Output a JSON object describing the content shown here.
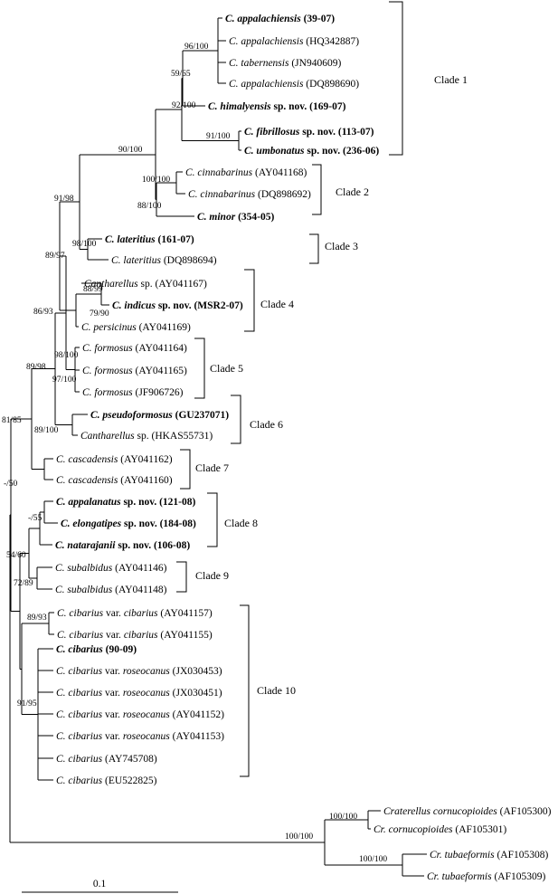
{
  "taxa": [
    {
      "segs": [
        {
          "t": "C. appalachiensis",
          "i": true,
          "b": true
        },
        {
          "t": " (39-07)",
          "b": true
        }
      ]
    },
    {
      "segs": [
        {
          "t": "C. appalachiensis",
          "i": true
        },
        {
          "t": " (HQ342887)"
        }
      ]
    },
    {
      "segs": [
        {
          "t": "C. tabernensis",
          "i": true
        },
        {
          "t": " (JN940609)"
        }
      ]
    },
    {
      "segs": [
        {
          "t": "C. appalachiensis",
          "i": true
        },
        {
          "t": " (DQ898690)"
        }
      ]
    },
    {
      "segs": [
        {
          "t": "C. himalyensis",
          "i": true,
          "b": true
        },
        {
          "t": " sp. nov. (169-07)",
          "b": true
        }
      ]
    },
    {
      "segs": [
        {
          "t": "C. fibrillosus",
          "i": true,
          "b": true
        },
        {
          "t": " sp. nov. (113-07)",
          "b": true
        }
      ]
    },
    {
      "segs": [
        {
          "t": "C. umbonatus",
          "i": true,
          "b": true
        },
        {
          "t": " sp. nov. (236-06)",
          "b": true
        }
      ]
    },
    {
      "segs": [
        {
          "t": "C. cinnabarinus",
          "i": true
        },
        {
          "t": " (AY041168)"
        }
      ]
    },
    {
      "segs": [
        {
          "t": "C. cinnabarinus",
          "i": true
        },
        {
          "t": " (DQ898692)"
        }
      ]
    },
    {
      "segs": [
        {
          "t": "C. minor",
          "i": true,
          "b": true
        },
        {
          "t": " (354-05)",
          "b": true
        }
      ]
    },
    {
      "segs": [
        {
          "t": "C. lateritius",
          "i": true,
          "b": true
        },
        {
          "t": " (161-07)",
          "b": true
        }
      ]
    },
    {
      "segs": [
        {
          "t": "C. lateritius",
          "i": true
        },
        {
          "t": " (DQ898694)"
        }
      ]
    },
    {
      "segs": [
        {
          "t": "Cantharellus",
          "i": true
        },
        {
          "t": " sp. (AY041167)"
        }
      ]
    },
    {
      "segs": [
        {
          "t": "C. indicus",
          "i": true,
          "b": true
        },
        {
          "t": " sp. nov. (MSR2-07)",
          "b": true
        }
      ]
    },
    {
      "segs": [
        {
          "t": "C. persicinus",
          "i": true
        },
        {
          "t": " (AY041169)"
        }
      ]
    },
    {
      "segs": [
        {
          "t": "C. formosus",
          "i": true
        },
        {
          "t": " (AY041164)"
        }
      ]
    },
    {
      "segs": [
        {
          "t": "C. formosus",
          "i": true
        },
        {
          "t": " (AY041165)"
        }
      ]
    },
    {
      "segs": [
        {
          "t": "C. formosus",
          "i": true
        },
        {
          "t": " (JF906726)"
        }
      ]
    },
    {
      "segs": [
        {
          "t": "C. pseudoformosus",
          "i": true,
          "b": true
        },
        {
          "t": " (GU237071)",
          "b": true
        }
      ]
    },
    {
      "segs": [
        {
          "t": "Cantharellus",
          "i": true
        },
        {
          "t": " sp. (HKAS55731)"
        }
      ]
    },
    {
      "segs": [
        {
          "t": "C. cascadensis",
          "i": true
        },
        {
          "t": " (AY041162)"
        }
      ]
    },
    {
      "segs": [
        {
          "t": "C. cascadensis",
          "i": true
        },
        {
          "t": " (AY041160)"
        }
      ]
    },
    {
      "segs": [
        {
          "t": "C. appalanatus",
          "i": true,
          "b": true
        },
        {
          "t": " sp. nov. (121-08)",
          "b": true
        }
      ]
    },
    {
      "segs": [
        {
          "t": "C. elongatipes",
          "i": true,
          "b": true
        },
        {
          "t": " sp. nov. (184-08)",
          "b": true
        }
      ]
    },
    {
      "segs": [
        {
          "t": "C. natarajanii",
          "i": true,
          "b": true
        },
        {
          "t": " sp. nov. (106-08)",
          "b": true
        }
      ]
    },
    {
      "segs": [
        {
          "t": "C. subalbidus",
          "i": true
        },
        {
          "t": " (AY041146)"
        }
      ]
    },
    {
      "segs": [
        {
          "t": "C. subalbidus",
          "i": true
        },
        {
          "t": " (AY041148)"
        }
      ]
    },
    {
      "segs": [
        {
          "t": "C. cibarius",
          "i": true
        },
        {
          "t": " var. "
        },
        {
          "t": "cibarius",
          "i": true
        },
        {
          "t": " (AY041157)"
        }
      ]
    },
    {
      "segs": [
        {
          "t": "C. cibarius",
          "i": true
        },
        {
          "t": " var. "
        },
        {
          "t": "cibarius",
          "i": true
        },
        {
          "t": " (AY041155)"
        }
      ]
    },
    {
      "segs": [
        {
          "t": "C. cibarius",
          "i": true,
          "b": true
        },
        {
          "t": " (90-09)",
          "b": true
        }
      ]
    },
    {
      "segs": [
        {
          "t": "C. cibarius",
          "i": true
        },
        {
          "t": " var. "
        },
        {
          "t": "roseocanus",
          "i": true
        },
        {
          "t": " (JX030453)"
        }
      ]
    },
    {
      "segs": [
        {
          "t": "C. cibarius",
          "i": true
        },
        {
          "t": " var. "
        },
        {
          "t": "roseocanus",
          "i": true
        },
        {
          "t": " (JX030451)"
        }
      ]
    },
    {
      "segs": [
        {
          "t": "C. cibarius",
          "i": true
        },
        {
          "t": " var. "
        },
        {
          "t": "roseocanus",
          "i": true
        },
        {
          "t": " (AY041152)"
        }
      ]
    },
    {
      "segs": [
        {
          "t": "C. cibarius",
          "i": true
        },
        {
          "t": " var. "
        },
        {
          "t": "roseocanus",
          "i": true
        },
        {
          "t": " (AY041153)"
        }
      ]
    },
    {
      "segs": [
        {
          "t": "C. cibarius",
          "i": true
        },
        {
          "t": " (AY745708)"
        }
      ]
    },
    {
      "segs": [
        {
          "t": "C. cibarius",
          "i": true
        },
        {
          "t": " (EU522825)"
        }
      ]
    },
    {
      "segs": [
        {
          "t": "Craterellus cornucopioides",
          "i": true
        },
        {
          "t": " (AF105300)"
        }
      ]
    },
    {
      "segs": [
        {
          "t": "Cr. cornucopioides",
          "i": true
        },
        {
          "t": " (AF105301)"
        }
      ]
    },
    {
      "segs": [
        {
          "t": "Cr. tubaeformis",
          "i": true
        },
        {
          "t": " (AF105308)"
        }
      ]
    },
    {
      "segs": [
        {
          "t": "Cr. tubaeformis",
          "i": true
        },
        {
          "t": " (AF105309)"
        }
      ]
    }
  ],
  "support_values": [
    "96/100",
    "59/65",
    "92/100",
    "91/100",
    "90/100",
    "100/100",
    "88/100",
    "91/98",
    "98/100",
    "88/99",
    "79/90",
    "89/97",
    "86/93",
    "98/100",
    "97/100",
    "89/100",
    "89/98",
    "81/85",
    "-/50",
    "-/55",
    "54/60",
    "72/89",
    "89/93",
    "91/95",
    "100/100",
    "100/100",
    "100/100"
  ],
  "clades": [
    "Clade 1",
    "Clade 2",
    "Clade 3",
    "Clade 4",
    "Clade 5",
    "Clade 6",
    "Clade 7",
    "Clade 8",
    "Clade  9",
    "Clade 10"
  ],
  "scale_bar": {
    "label": "0.1"
  }
}
